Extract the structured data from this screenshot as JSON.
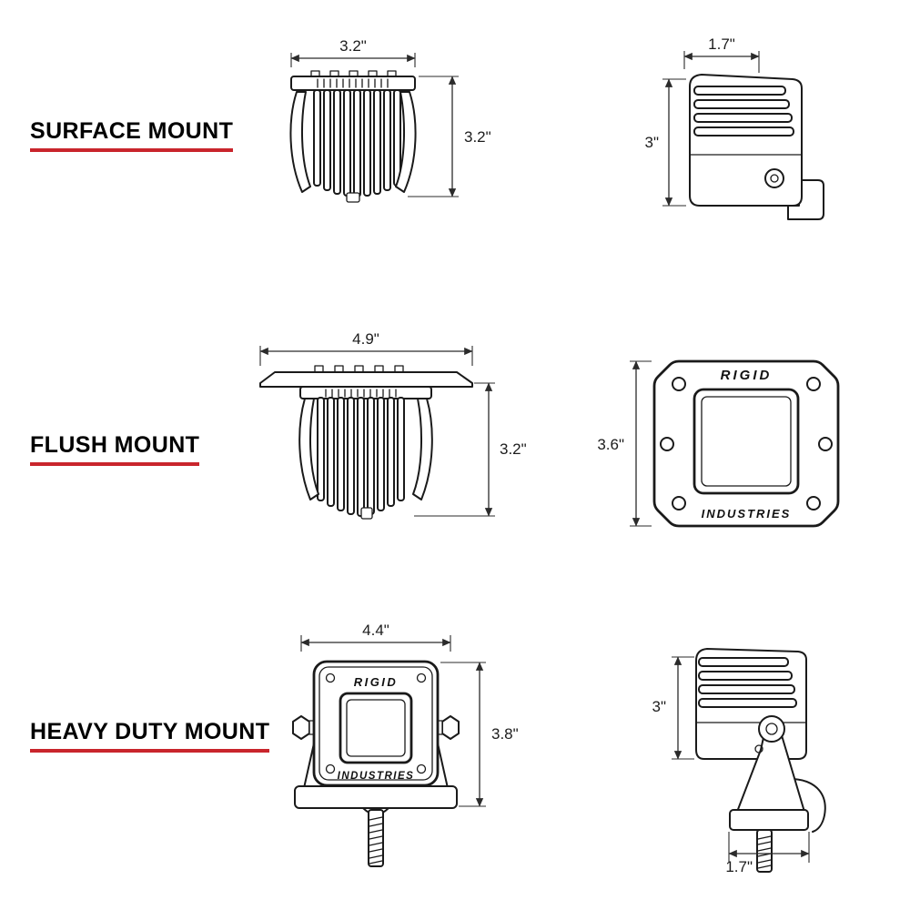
{
  "page": {
    "background": "#ffffff"
  },
  "colors": {
    "line": "#1a1a1a",
    "dimension_text": "#1c1c1c",
    "label_text": "#000000",
    "label_underline": "#c9252c"
  },
  "sections": {
    "surface": {
      "label": "SURFACE MOUNT"
    },
    "flush": {
      "label": "FLUSH MOUNT"
    },
    "heavy": {
      "label": "HEAVY DUTY MOUNT"
    }
  },
  "dims": {
    "surface_front_width": "3.2\"",
    "surface_front_height": "3.2\"",
    "surface_side_depth": "1.7\"",
    "surface_side_height": "3\"",
    "flush_front_width": "4.9\"",
    "flush_front_height": "3.2\"",
    "flush_face_height": "3.6\"",
    "heavy_front_width": "4.4\"",
    "heavy_front_height": "3.8\"",
    "heavy_side_height": "3\"",
    "heavy_side_base_depth": "1.7\""
  },
  "brand": {
    "name": "RIGID",
    "sub": "INDUSTRIES"
  }
}
